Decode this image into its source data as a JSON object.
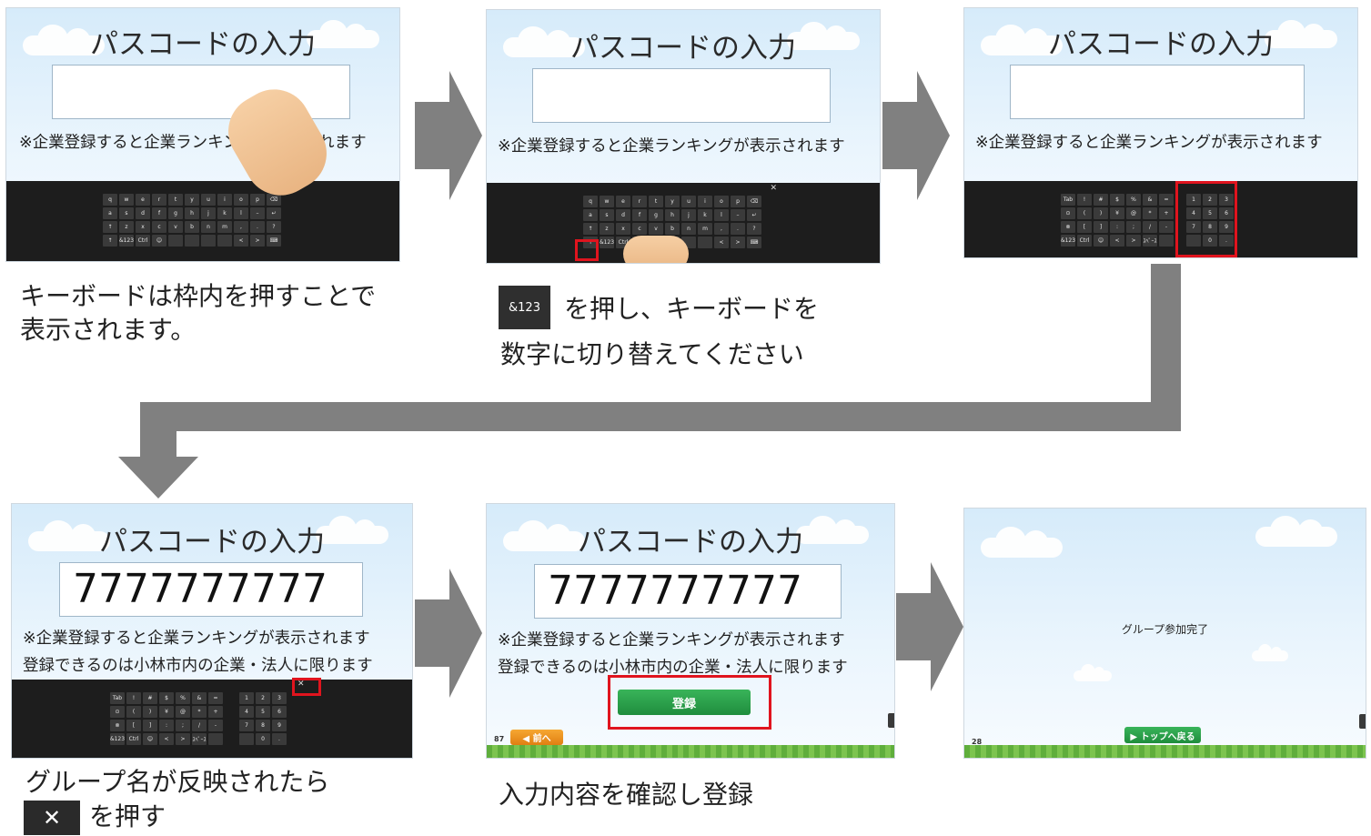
{
  "panel_title": "パスコードの入力",
  "notice": "※企業登録すると企業ランキングが表示されます",
  "restriction": "登録できるのは小林市内の企業・法人に限ります",
  "passcode_value": "7777777777",
  "register_label": "登録",
  "prev_label": "◀ 前へ",
  "top_label": "▶ トップへ戻る",
  "complete_label": "グループ参加完了",
  "page_num_5": "87",
  "page_num_6": "28",
  "key_123_label": "&123",
  "close_key_label": "✕",
  "steps": {
    "s1": "キーボードは枠内を押すことで\n表示されます。",
    "s2_line1": "を押し、キーボードを",
    "s2_line2": "数字に切り替えてください",
    "s4_line1": "グループ名が反映されたら",
    "s4_line2": "を押す",
    "s5": "入力内容を確認し登録"
  },
  "qwerty_keys": [
    "q",
    "w",
    "e",
    "r",
    "t",
    "y",
    "u",
    "i",
    "o",
    "p",
    "⌫",
    "a",
    "s",
    "d",
    "f",
    "g",
    "h",
    "j",
    "k",
    "l",
    "–",
    "↵",
    "↑",
    "z",
    "x",
    "c",
    "v",
    "b",
    "n",
    "m",
    ",",
    ".",
    "?",
    "↑",
    "&123",
    "Ctrl",
    "☺",
    "",
    "",
    "",
    "",
    "<",
    ">",
    "⌨"
  ],
  "symbol_keys": [
    "Tab",
    "!",
    "#",
    "$",
    "%",
    "&",
    "=",
    "⊙",
    "(",
    ")",
    "¥",
    "@",
    "*",
    "+",
    "⊗",
    "[",
    "]",
    ":",
    ";",
    "/",
    "-",
    "&123",
    "Ctrl",
    "☺",
    "<",
    ">",
    "ｽﾍﾟｰｽ",
    ""
  ],
  "numpad_keys": [
    "1",
    "2",
    "3",
    "4",
    "5",
    "6",
    "7",
    "8",
    "9",
    "",
    "0",
    "."
  ],
  "colors": {
    "highlight": "#e0141e",
    "arrow": "#808080",
    "register": "#2fa34f",
    "prev": "#f0921c"
  }
}
